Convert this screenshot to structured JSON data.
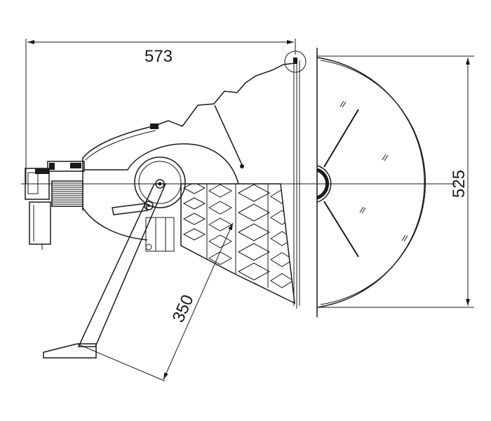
{
  "drawing": {
    "dimensions": {
      "overall_length": "573",
      "reflector_diameter": "525",
      "mount_offset": "350"
    }
  },
  "colors": {
    "line": "#1a1a1a",
    "background": "#ffffff"
  }
}
